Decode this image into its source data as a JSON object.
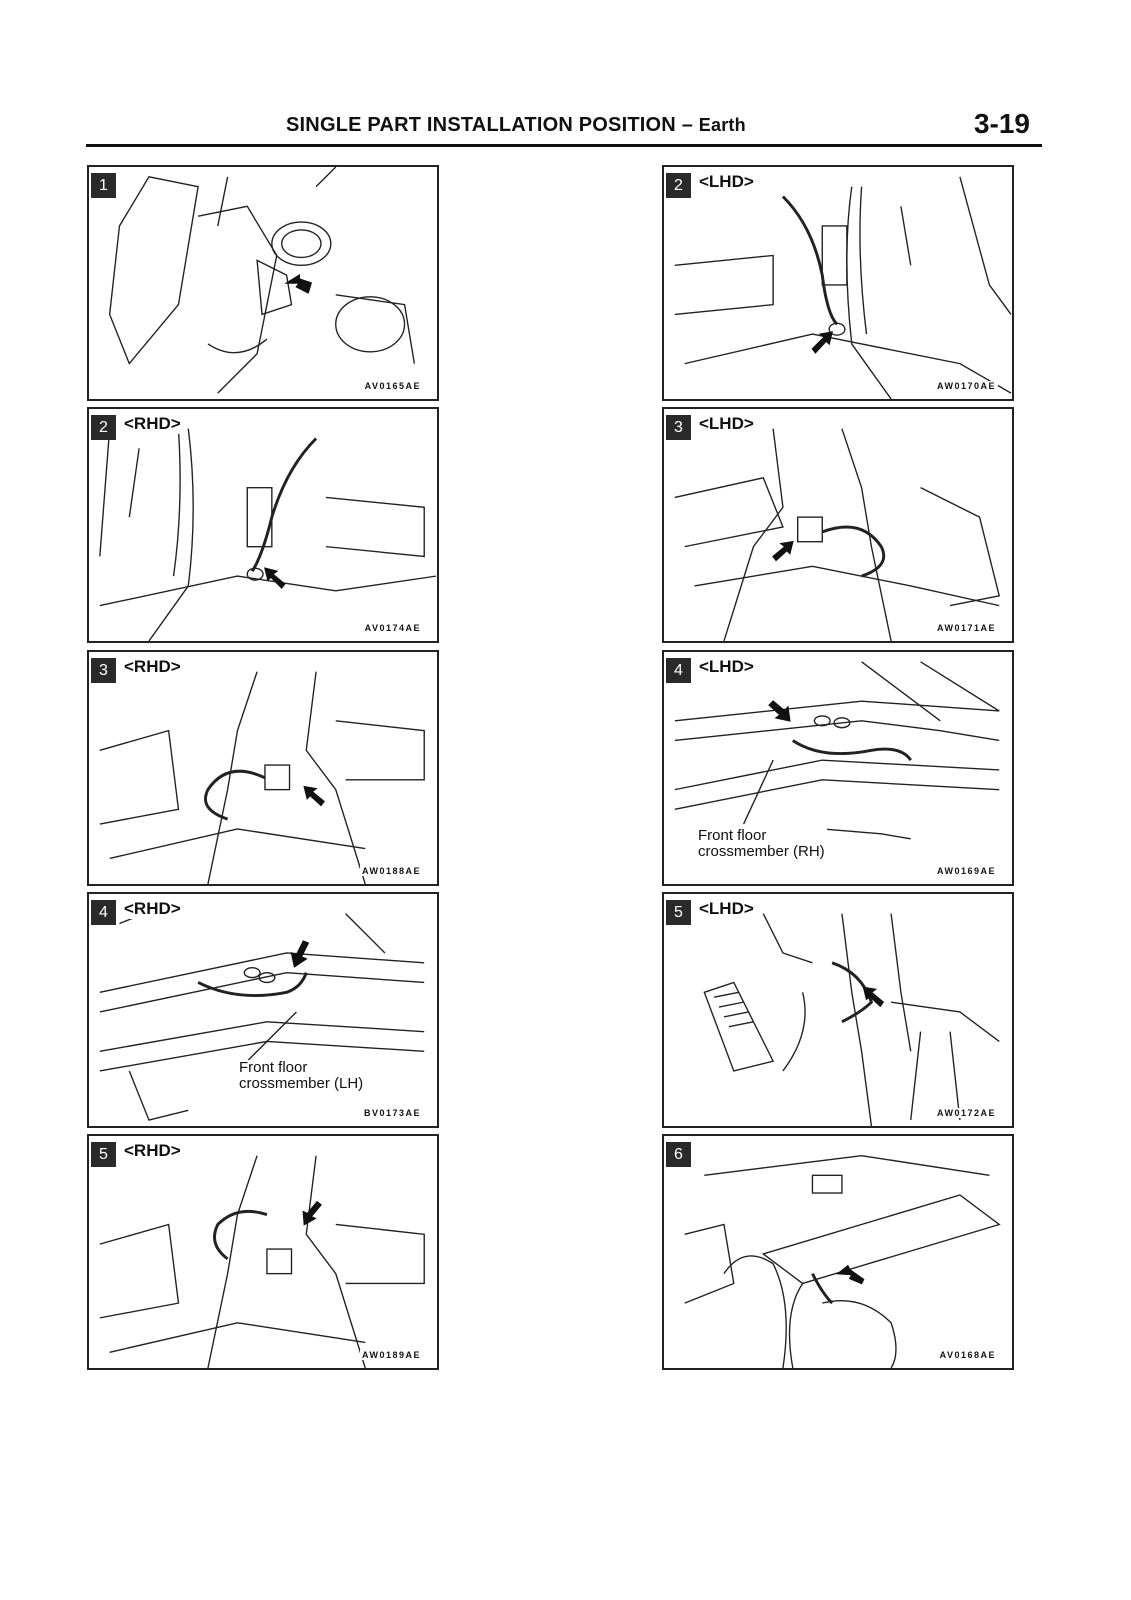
{
  "header": {
    "title": "SINGLE PART INSTALLATION POSITION",
    "dash": "–",
    "subtitle": "Earth",
    "page_number": "3-19"
  },
  "panels": [
    {
      "number": "1",
      "variant": "",
      "code": "AV0165AE"
    },
    {
      "number": "2",
      "variant": "<LHD>",
      "code": "AW0170AE"
    },
    {
      "number": "2",
      "variant": "<RHD>",
      "code": "AV0174AE"
    },
    {
      "number": "3",
      "variant": "<LHD>",
      "code": "AW0171AE"
    },
    {
      "number": "3",
      "variant": "<RHD>",
      "code": "AW0188AE"
    },
    {
      "number": "4",
      "variant": "<LHD>",
      "code": "AW0169AE",
      "callout": [
        "Front floor",
        "crossmember (RH)"
      ]
    },
    {
      "number": "4",
      "variant": "<RHD>",
      "code": "BV0173AE",
      "callout": [
        "Front floor",
        "crossmember (LH)"
      ]
    },
    {
      "number": "5",
      "variant": "<LHD>",
      "code": "AW0172AE"
    },
    {
      "number": "5",
      "variant": "<RHD>",
      "code": "AW0189AE"
    },
    {
      "number": "6",
      "variant": "",
      "code": "AV0168AE"
    }
  ]
}
